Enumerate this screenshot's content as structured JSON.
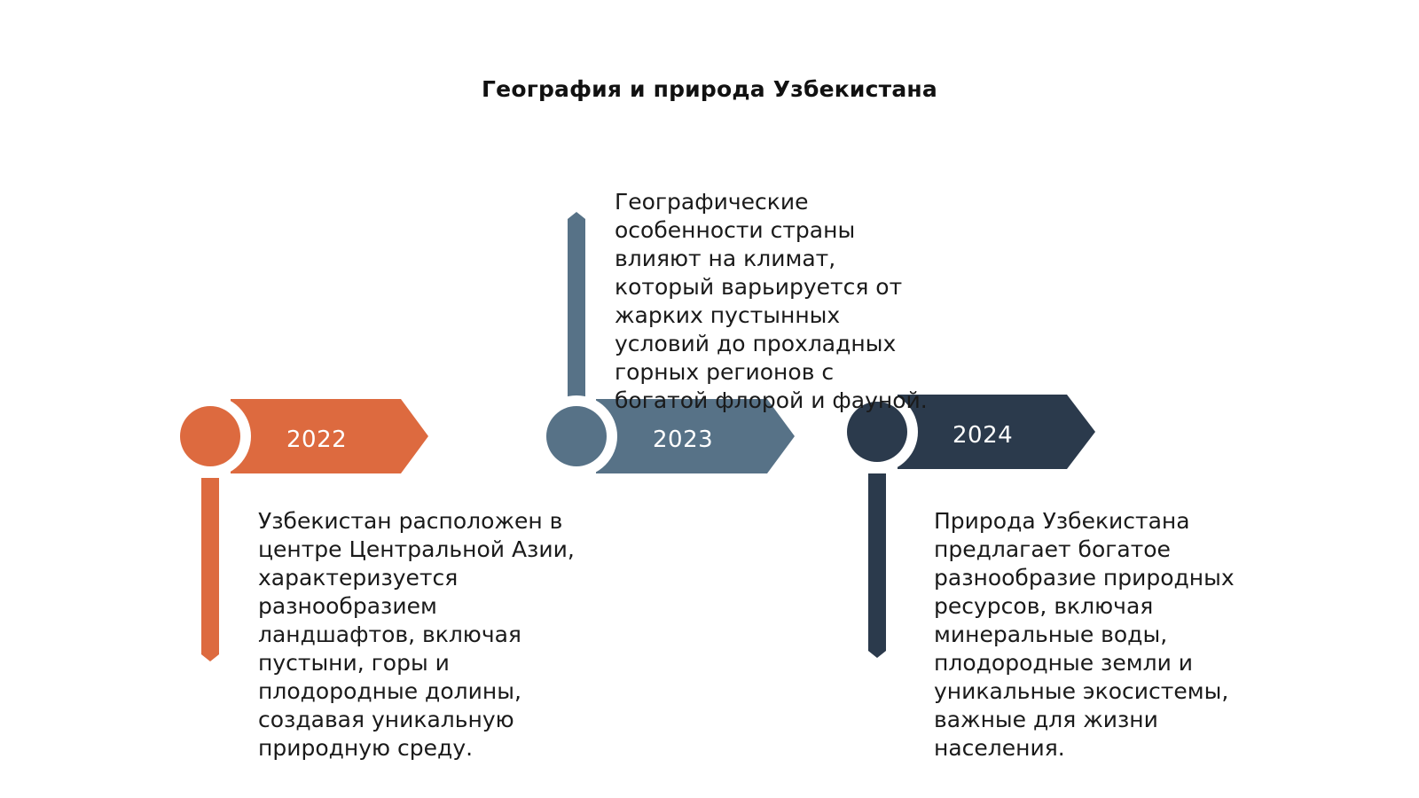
{
  "title": "География и природа Узбекистана",
  "colors": {
    "step1": "#dd6a3f",
    "step2": "#577287",
    "step3": "#2b3a4c",
    "background": "#ffffff"
  },
  "steps": [
    {
      "year": "2022",
      "text": "Узбекистан расположен в центре Центральной Азии, характеризуется разнообразием ландшафтов, включая пустыни, горы и плодородные долины, создавая уникальную природную среду."
    },
    {
      "year": "2023",
      "text": "Географические особенности страны влияют на климат, который варьируется от жарких пустынных условий до прохладных горных регионов с богатой флорой и фауной."
    },
    {
      "year": "2024",
      "text": "Природа Узбекистана предлагает богатое разнообразие природных ресурсов, включая минеральные воды, плодородные земли и уникальные экосистемы, важные для жизни населения."
    }
  ]
}
